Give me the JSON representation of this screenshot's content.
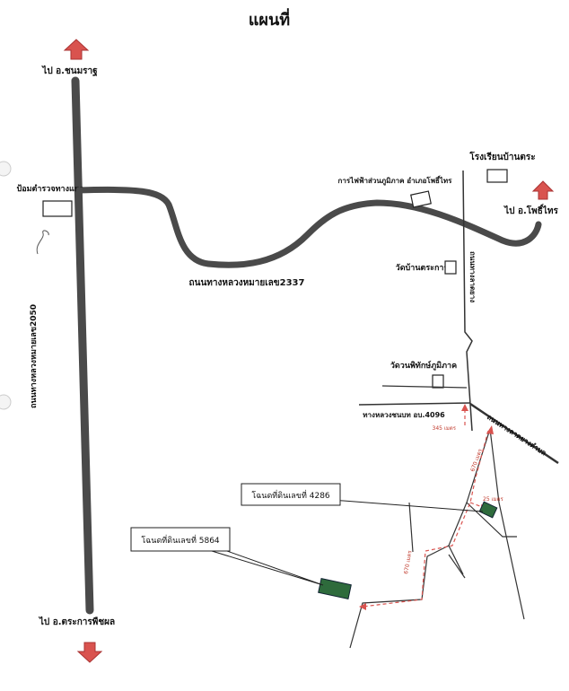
{
  "title": "แผนที่",
  "directions": {
    "north": "ไป อ.ชนมราฐ",
    "south": "ไป อ.ตระการพืชผล",
    "east": "ไป อ.โพธิ์ไทร"
  },
  "roads": {
    "highway_2050": "ถนนทางหลวงหมายเลข2050",
    "highway_2337": "ถนนทางหลวงหมายเลข2337",
    "local_4096": "ทางหลวงชนบท อบ.4096",
    "village_road_upper": "ถนนทางลาดยาง",
    "village_road_lower": "ถนนทางลาดยางตำบล"
  },
  "landmarks": {
    "junction_shop": "ป้อมตำรวจทางแยก",
    "school": "โรงเรียนบ้านตระ",
    "electric_office": "การไฟฟ้าส่วนภูมิภาค อำเภอโพธิ์ไทร",
    "temple_1": "วัดบ้านตระการ",
    "temple_2": "วัดวนพิทักษ์ภูมิภาค"
  },
  "parcels": {
    "parcel_4286": "โฉนดที่ดินเลขที่ 4286",
    "parcel_5864": "โฉนดที่ดินเลขที่ 5864"
  },
  "distances": {
    "d1": "345 เมตร",
    "d2": "670 เมตร",
    "d3": "25 เมตร",
    "d4": "670 เมตร"
  },
  "colors": {
    "road": "#4a4a4a",
    "arrow": "#d9534f",
    "route": "#d9534f",
    "parcel": "#2e6b3c"
  }
}
